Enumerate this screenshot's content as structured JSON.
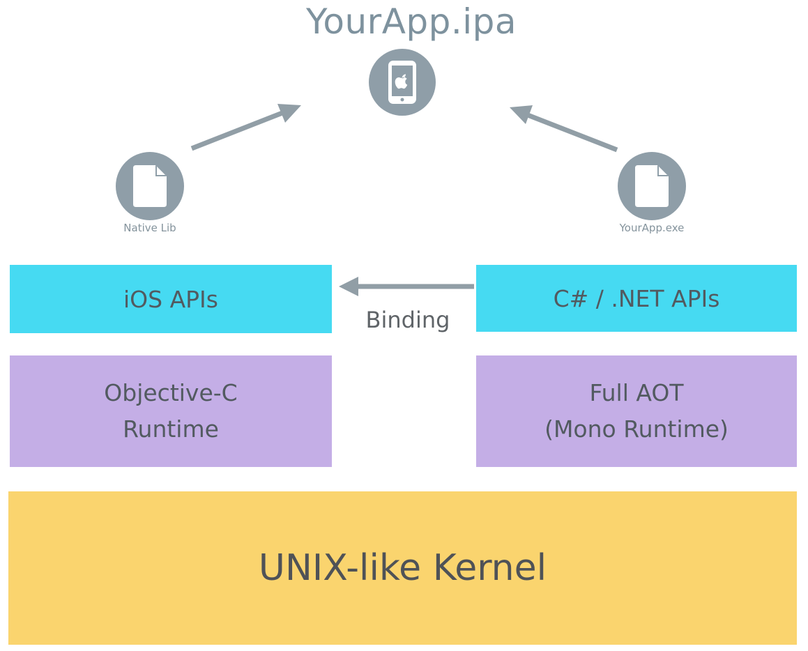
{
  "title": "YourApp.ipa",
  "nodes": {
    "native_lib": "Native Lib",
    "yourapp_exe": "YourApp.exe"
  },
  "layers": {
    "ios_apis": "iOS APIs",
    "dotnet_apis": "C# / .NET APIs",
    "binding": "Binding",
    "objc_runtime_line1": "Objective-C",
    "objc_runtime_line2": "Runtime",
    "full_aot_line1": "Full AOT",
    "full_aot_line2": "(Mono Runtime)",
    "kernel": "UNIX-like Kernel"
  },
  "colors": {
    "icon_gray": "#8f9ea8",
    "api_cyan": "#46daf2",
    "runtime_purple": "#c4aee6",
    "kernel_yellow": "#fad46e",
    "arrow_gray": "#919ea6"
  },
  "icons": {
    "app": "phone-apple-icon",
    "native_lib": "file-icon",
    "yourapp_exe": "file-icon"
  }
}
